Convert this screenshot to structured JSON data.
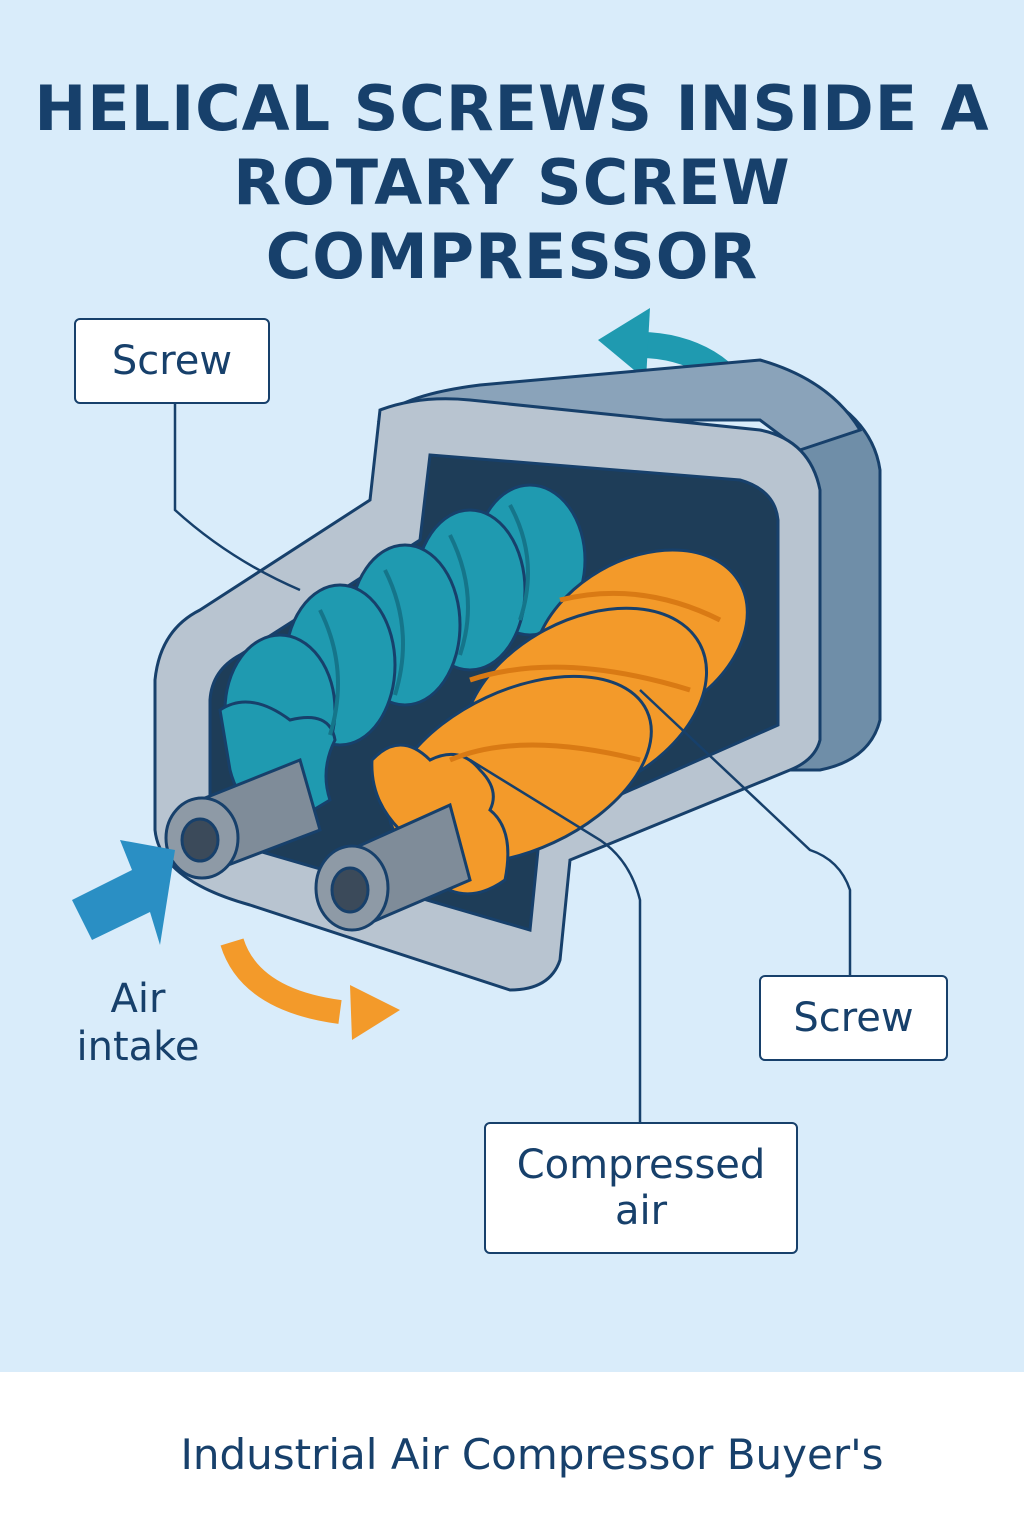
{
  "title": {
    "line1": "HELICAL SCREWS INSIDE A",
    "line2": "ROTARY SCREW COMPRESSOR"
  },
  "labels": {
    "screw_top": "Screw",
    "screw_right": "Screw",
    "compressed_line1": "Compressed",
    "compressed_line2": "air",
    "intake_line1": "Air",
    "intake_line2": "intake"
  },
  "footer": "Industrial Air Compressor Buyer's",
  "colors": {
    "background": "#d9ecfa",
    "ink": "#17406b",
    "teal_rotor": "#1f9ab0",
    "orange_rotor": "#f39a2a",
    "housing": "#aab7c6",
    "shaft": "#7f8c99",
    "intake_arrow": "#2a8fc4"
  },
  "icons": [
    "rotation-arrow-teal",
    "rotation-arrow-orange",
    "intake-arrow"
  ]
}
